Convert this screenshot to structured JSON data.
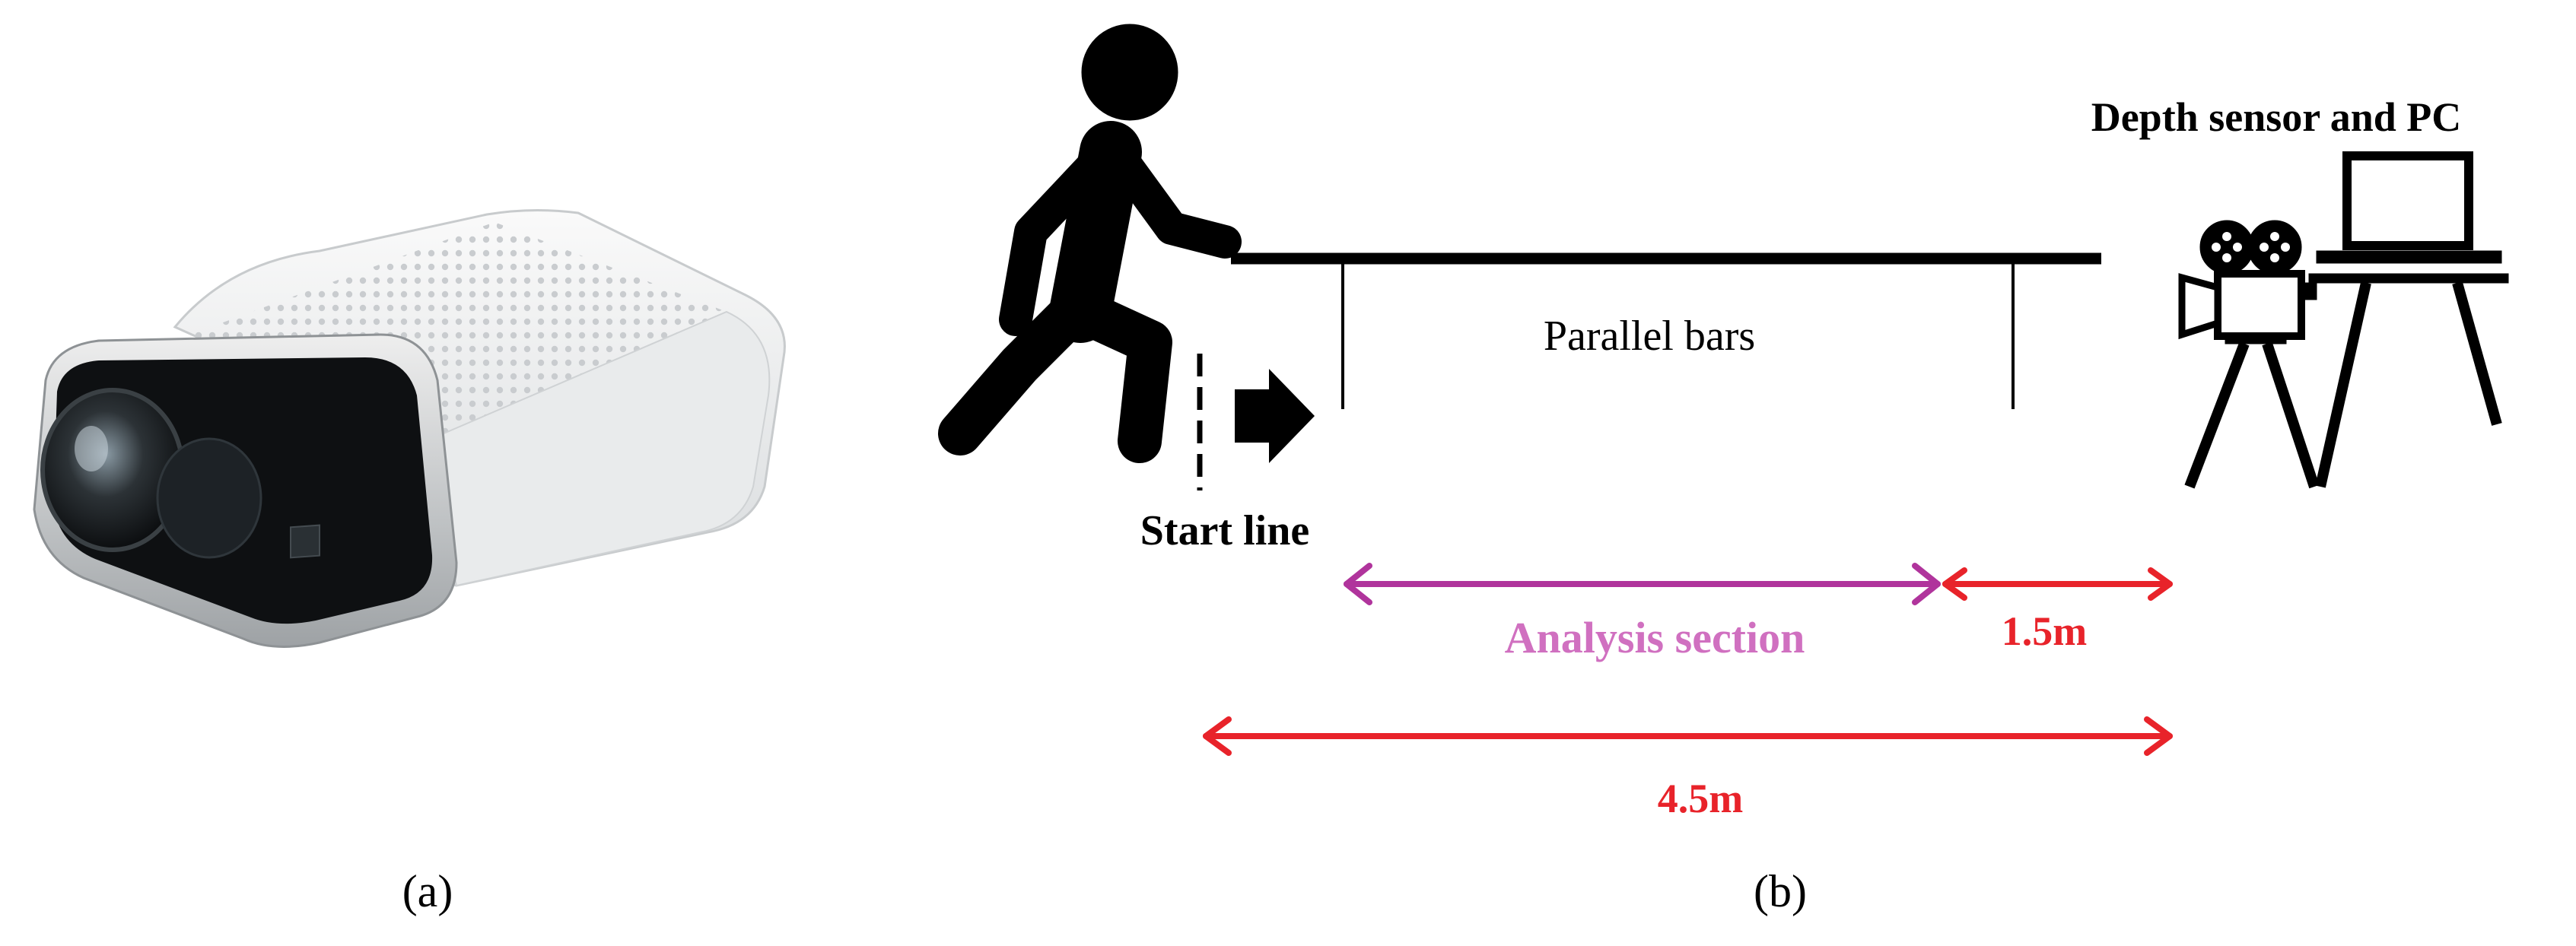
{
  "panel_a": {
    "caption": "(a)"
  },
  "panel_b": {
    "caption": "(b)",
    "labels": {
      "depth_sensor": "Depth sensor and PC",
      "parallel_bars": "Parallel bars",
      "start_line": "Start line",
      "analysis_section": "Analysis section",
      "distance_short": "1.5m",
      "distance_total": "4.5m"
    }
  },
  "colors": {
    "analysis_arrow": "#b0349c",
    "analysis_text": "#d070c0",
    "distance_arrow": "#e8232a",
    "ink": "#000000"
  }
}
